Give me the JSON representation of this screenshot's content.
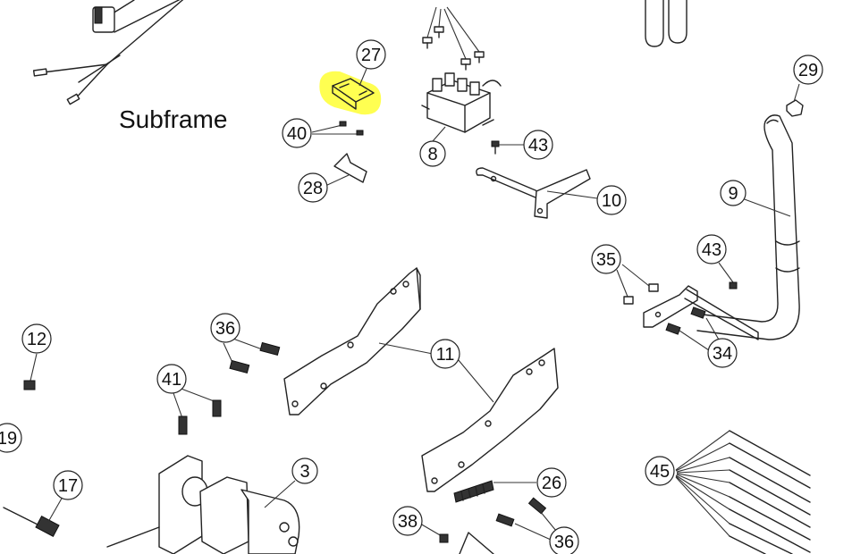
{
  "diagram": {
    "section_label": "Subframe",
    "highlight_color": "#ffff33",
    "line_color": "#222222",
    "highlighted_part": "27",
    "callouts": [
      "27",
      "40",
      "28",
      "8",
      "43",
      "10",
      "29",
      "9",
      "43",
      "35",
      "34",
      "12",
      "36",
      "11",
      "41",
      "19",
      "17",
      "3",
      "26",
      "38",
      "36",
      "45"
    ]
  }
}
